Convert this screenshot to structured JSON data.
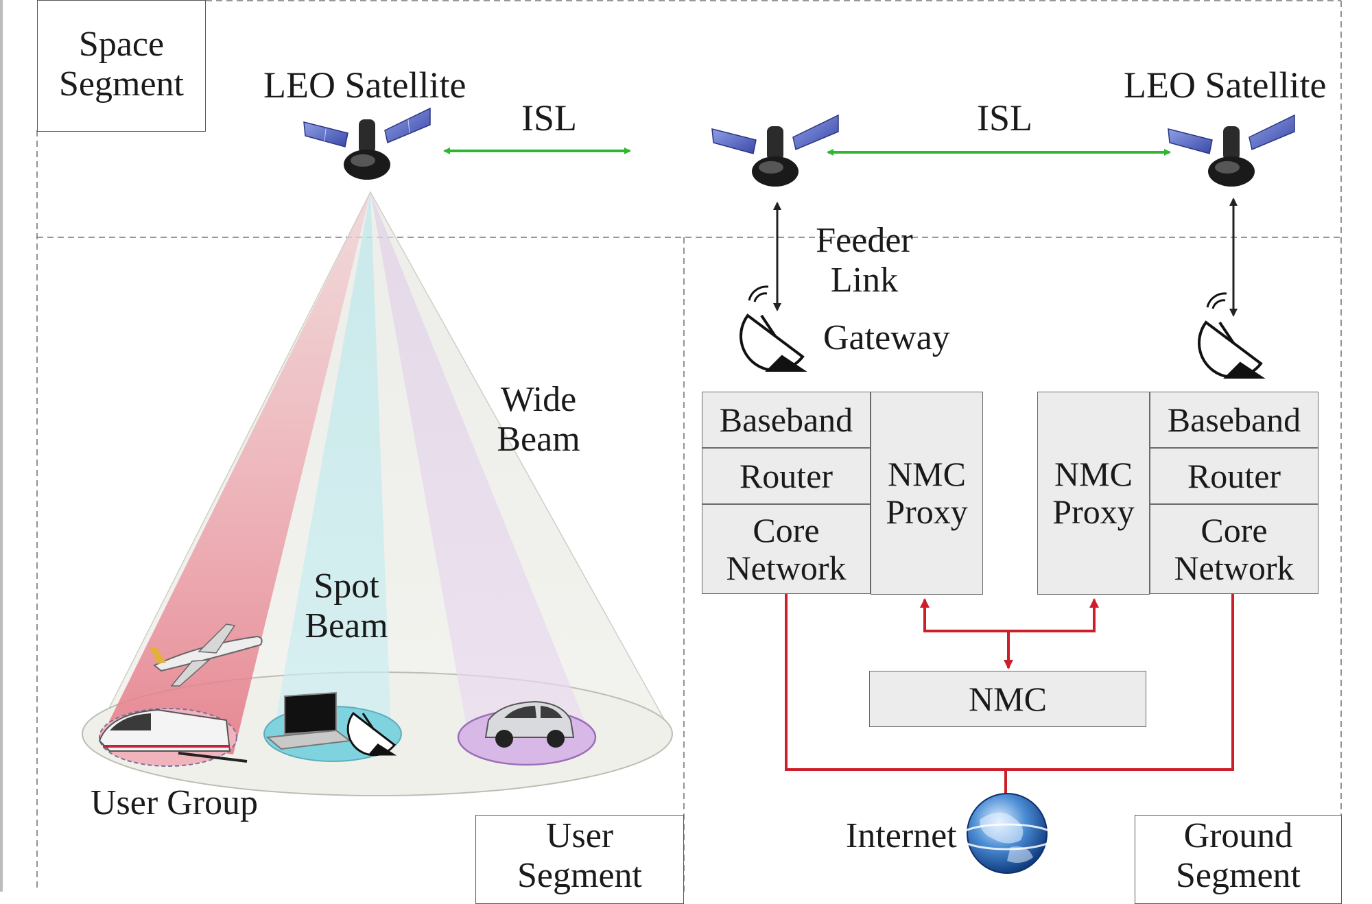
{
  "segments": {
    "space_line1": "Space",
    "space_line2": "Segment",
    "user_line1": "User",
    "user_line2": "Segment",
    "ground_line1": "Ground",
    "ground_line2": "Segment"
  },
  "satellites": {
    "left_label": "LEO Satellite",
    "right_label": "LEO Satellite"
  },
  "links": {
    "isl_left": "ISL",
    "isl_right": "ISL",
    "feeder_line1": "Feeder",
    "feeder_line2": "Link"
  },
  "gateway": {
    "label": "Gateway"
  },
  "beams": {
    "wide_line1": "Wide",
    "wide_line2": "Beam",
    "spot_line1": "Spot",
    "spot_line2": "Beam",
    "user_group": "User Group"
  },
  "gateway_stack_left": {
    "baseband": "Baseband",
    "router": "Router",
    "core_line1": "Core",
    "core_line2": "Network",
    "proxy_line1": "NMC",
    "proxy_line2": "Proxy"
  },
  "gateway_stack_right": {
    "baseband": "Baseband",
    "router": "Router",
    "core_line1": "Core",
    "core_line2": "Network",
    "proxy_line1": "NMC",
    "proxy_line2": "Proxy"
  },
  "nmc": {
    "label": "NMC"
  },
  "internet": {
    "label": "Internet"
  },
  "colors": {
    "isl_arrow": "#2eb82e",
    "control_line": "#cc1f2a",
    "feeder_arrow": "#222222",
    "box_fill": "#ececec",
    "beam_red": "#e98a95",
    "beam_cyan": "#86d6de",
    "beam_purple": "#c8a6d8"
  }
}
